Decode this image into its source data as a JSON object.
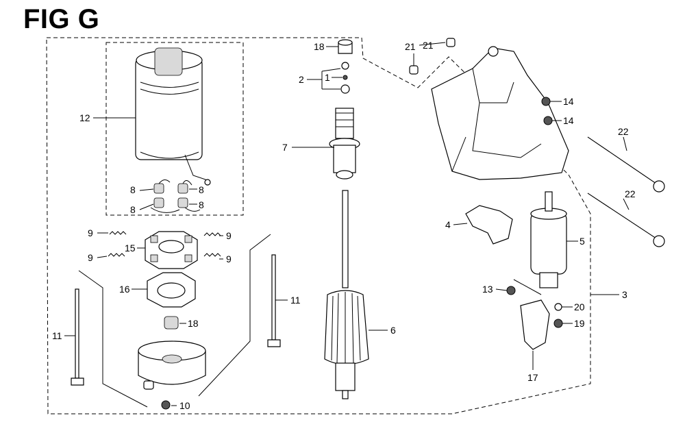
{
  "figure": {
    "title": "FIG G"
  },
  "callouts": {
    "c1": "1",
    "c2": "2",
    "c3": "3",
    "c4": "4",
    "c5": "5",
    "c6": "6",
    "c7": "7",
    "c8a": "8",
    "c8b": "8",
    "c8c": "8",
    "c8d": "8",
    "c9a": "9",
    "c9b": "9",
    "c9c": "9",
    "c9d": "9",
    "c10": "10",
    "c11a": "11",
    "c11b": "11",
    "c12": "12",
    "c13": "13",
    "c14a": "14",
    "c14b": "14",
    "c15": "15",
    "c16": "16",
    "c17": "17",
    "c18a": "18",
    "c18b": "18",
    "c19": "19",
    "c20": "20",
    "c21a": "21",
    "c21b": "21",
    "c22a": "22",
    "c22b": "22"
  }
}
